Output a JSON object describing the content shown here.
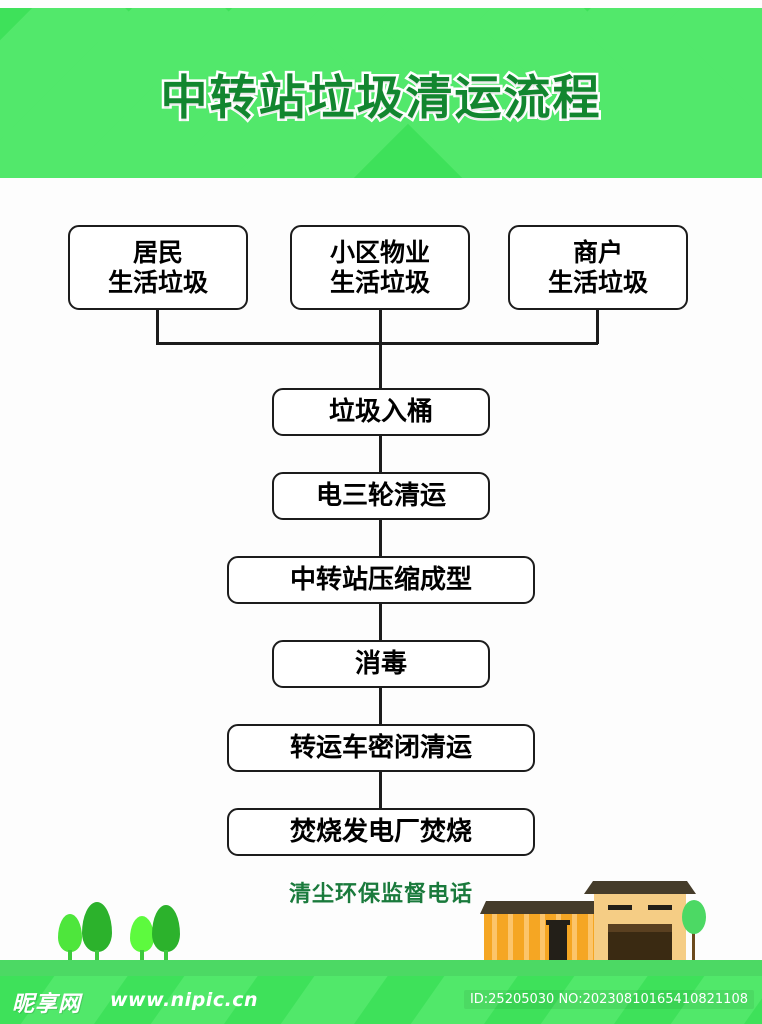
{
  "poster": {
    "title": "中转站垃圾清运流程",
    "background_color": "#fdfdfd",
    "header_color": "#3ee15a",
    "title_color": "#12862f",
    "title_outline_color": "#ffffff"
  },
  "flow": {
    "sources": [
      {
        "line1": "居民",
        "line2": "生活垃圾"
      },
      {
        "line1": "小区物业",
        "line2": "生活垃圾"
      },
      {
        "line1": "商户",
        "line2": "生活垃圾"
      }
    ],
    "steps": [
      {
        "label": "垃圾入桶"
      },
      {
        "label": "电三轮清运"
      },
      {
        "label": "中转站压缩成型"
      },
      {
        "label": "消毒"
      },
      {
        "label": "转运车密闭清运"
      },
      {
        "label": "焚烧发电厂焚烧"
      }
    ]
  },
  "hotline": {
    "text": "清尘环保监督电话",
    "color": "#1a7a3c"
  },
  "scenery": {
    "trees": [
      {
        "color": "#4ee63c"
      },
      {
        "color": "#2cb22c"
      },
      {
        "color": "#5dfa3e"
      },
      {
        "color": "#2cb22c"
      }
    ],
    "house": {
      "roof_color": "#453c2a",
      "wall_color": "#f5cd85",
      "wing_color": "#f5a623",
      "garage_color": "#3a2a12"
    },
    "grass_color": "#4cd964"
  },
  "footer": {
    "logo": "昵享网",
    "url": "www.nipic.cn",
    "asset_id": "ID:25205030 NO:20230810165410821108",
    "bar_color": "#3ee15a"
  }
}
